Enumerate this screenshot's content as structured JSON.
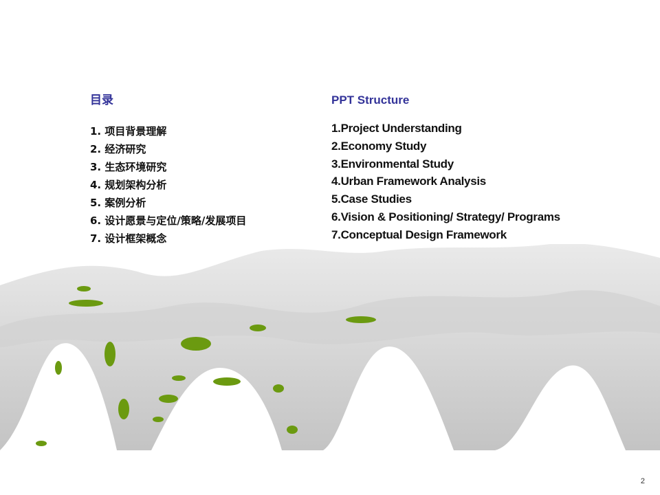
{
  "chinese_toc": {
    "heading": "目录",
    "items": [
      "1. 项目背景理解",
      "2. 经济研究",
      "3. 生态环境研究",
      "4. 规划架构分析",
      "5. 案例分析",
      "6. 设计愿景与定位/策略/发展项目",
      "7. 设计框架概念"
    ]
  },
  "english_toc": {
    "heading": "PPT Structure",
    "items": [
      "1.Project Understanding",
      "2.Economy Study",
      "3.Environmental Study",
      "4.Urban Framework Analysis",
      "5.Case Studies",
      "6.Vision & Positioning/ Strategy/ Programs",
      "7.Conceptual Design Framework"
    ]
  },
  "page_number": "2",
  "colors": {
    "heading": "#333399",
    "green": "#6b9a10"
  }
}
